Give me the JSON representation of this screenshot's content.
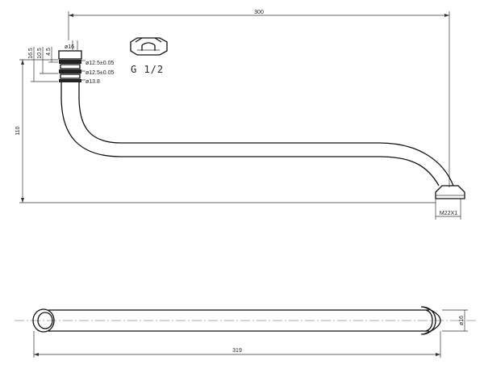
{
  "dimensions": {
    "length_top": "300",
    "height": "110",
    "d1": "16.5",
    "d2": "10.5",
    "d3": "4.5",
    "seal_a": "ø12.5±0.05",
    "seal_b": "ø12.5±0.05",
    "seal_c": "ø13.8",
    "inlet_dia": "ø16",
    "outlet_thread": "M22X1",
    "length_bottom": "319",
    "dia_bottom": "ø16"
  },
  "thread_label": "G 1/2",
  "icons": [
    "nut-icon"
  ]
}
